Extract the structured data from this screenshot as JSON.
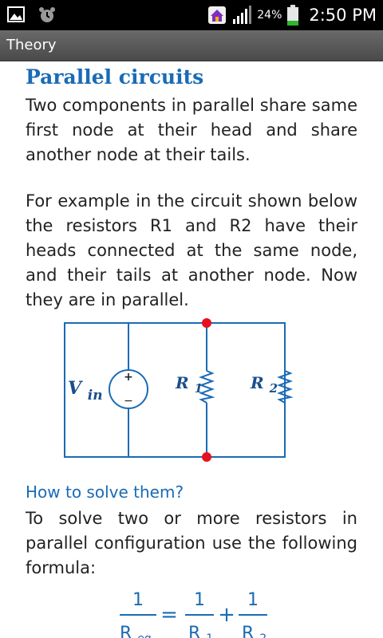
{
  "status_bar": {
    "battery_percent": "24%",
    "time": "2:50 PM",
    "icons": [
      "gallery-icon",
      "alarm-icon",
      "home-icon",
      "signal-icon",
      "battery-icon"
    ]
  },
  "app_bar": {
    "title": "Theory"
  },
  "article": {
    "heading": "Parallel circuits",
    "paragraph1": "Two components in parallel share same first node at their head and share another node at their tails.",
    "paragraph2": "For example in the circuit shown below the resistors R1 and R2 have their heads connected at the same node, and their tails at another node. Now they are in parallel.",
    "subheading": "How to solve them?",
    "paragraph3": "To solve two or more resistors in parallel configuration use the following formula:"
  },
  "circuit": {
    "source_label": "V",
    "source_subscript": "in",
    "plus": "+",
    "minus": "−",
    "r1_label": "R",
    "r1_subscript": "1",
    "r2_label": "R",
    "r2_subscript": "2"
  },
  "formula": {
    "numerator": "1",
    "equals": "=",
    "plus": "+",
    "denominator_left": "R",
    "denominator_left_sub": "eq",
    "denominator_1": "R",
    "denominator_1_sub": "1",
    "denominator_2": "R",
    "denominator_2_sub": "2"
  },
  "colors": {
    "accent": "#1a6bb5",
    "node": "#e8101e",
    "wire": "#1a6bb5",
    "text": "#222222"
  }
}
